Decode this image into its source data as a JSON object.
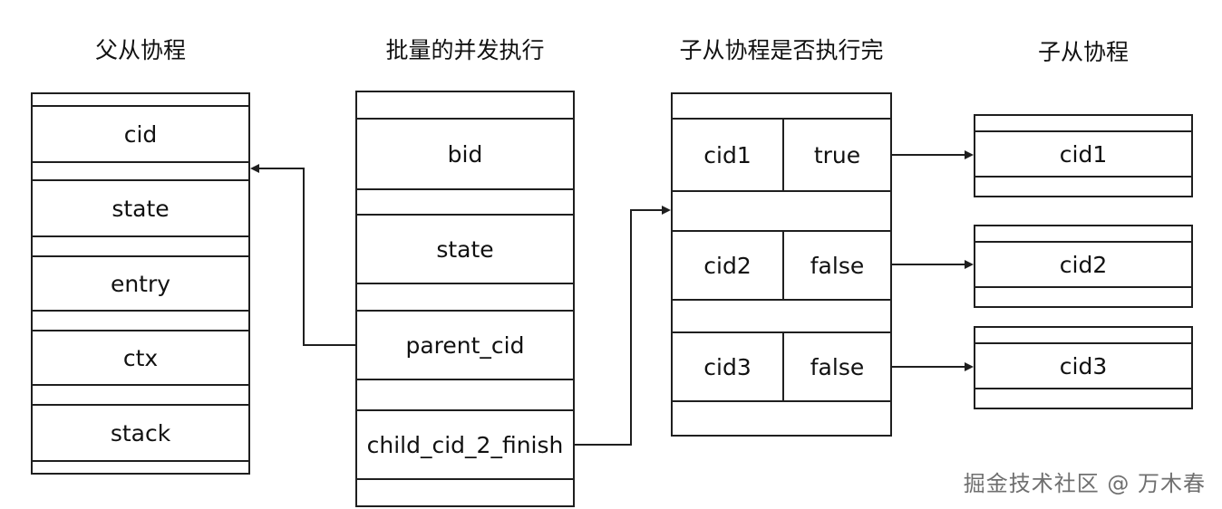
{
  "titles": {
    "parent": "父从协程",
    "batch": "批量的并发执行",
    "finish_map": "子从协程是否执行完",
    "children": "子从协程"
  },
  "parent_struct": {
    "fields": [
      "cid",
      "state",
      "entry",
      "ctx",
      "stack"
    ]
  },
  "batch_struct": {
    "fields": [
      "bid",
      "state",
      "parent_cid",
      "child_cid_2_finish"
    ]
  },
  "finish_map": {
    "entries": [
      {
        "cid": "cid1",
        "finished": "true"
      },
      {
        "cid": "cid2",
        "finished": "false"
      },
      {
        "cid": "cid3",
        "finished": "false"
      }
    ]
  },
  "children": {
    "items": [
      "cid1",
      "cid2",
      "cid3"
    ]
  },
  "watermark": "掘金技术社区 @ 万木春"
}
